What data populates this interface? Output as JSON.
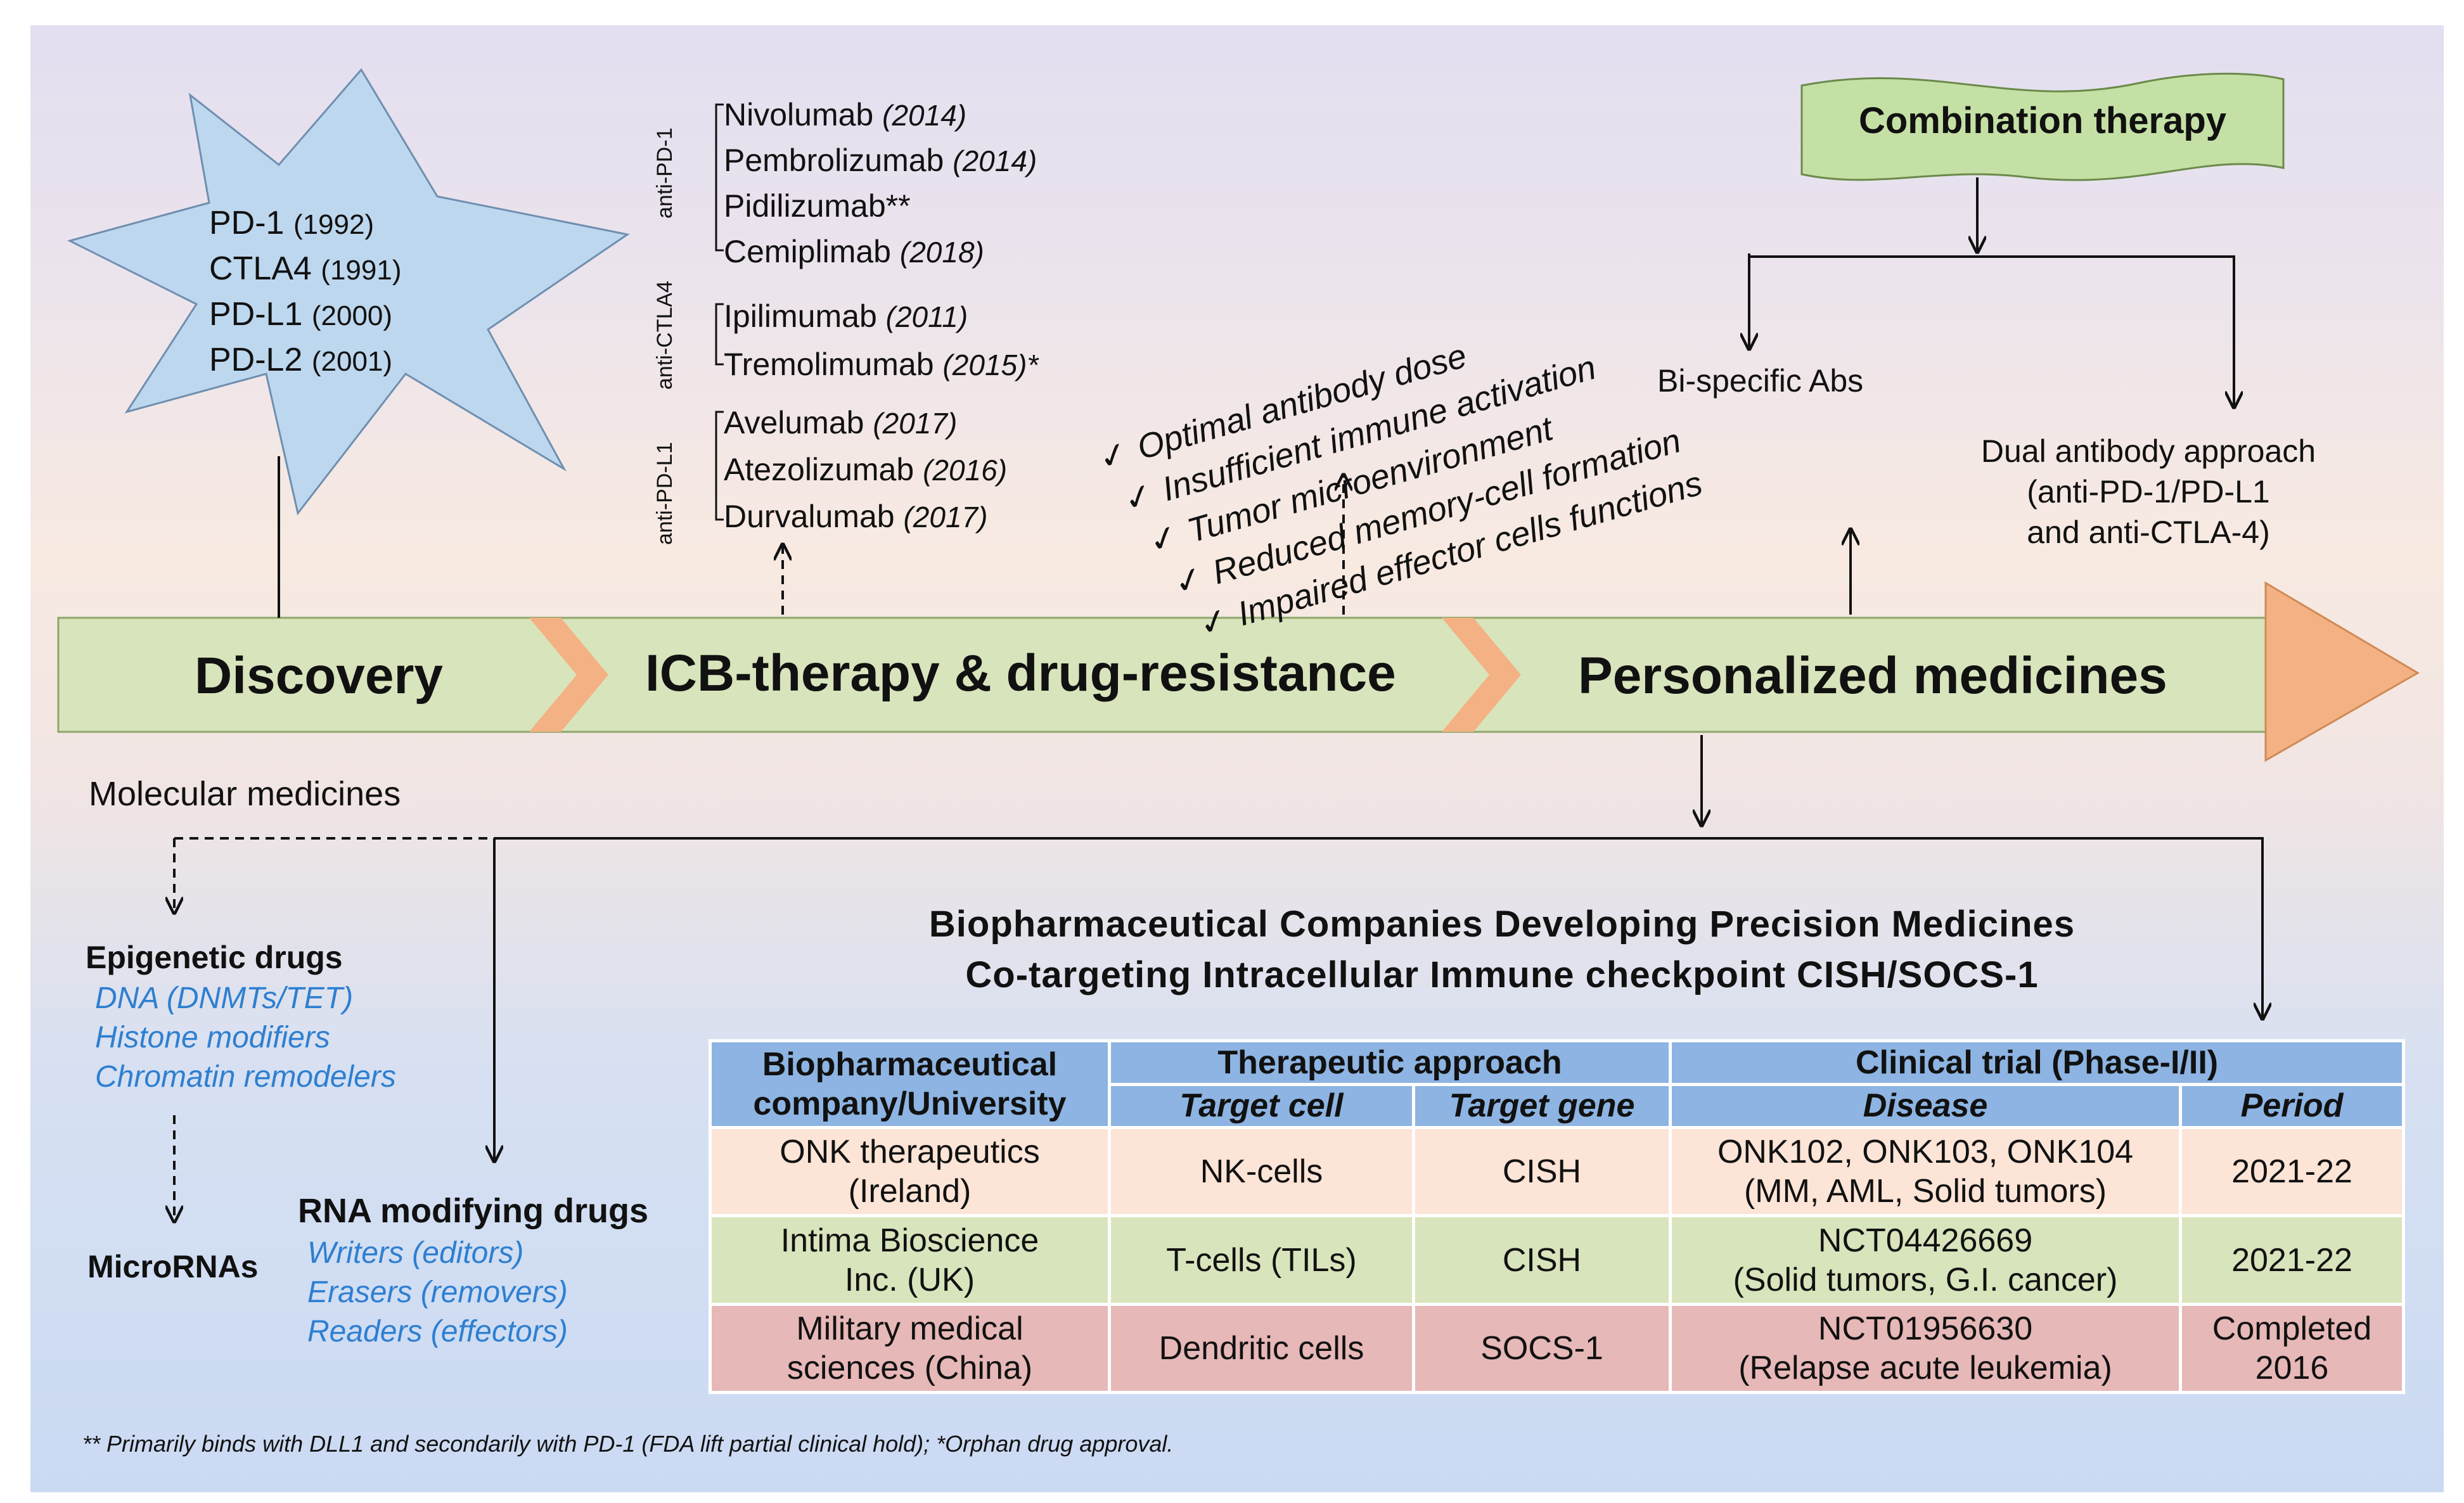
{
  "discovery": {
    "items": [
      {
        "name": "PD-1",
        "year": "(1992)"
      },
      {
        "name": "CTLA4",
        "year": "(1991)"
      },
      {
        "name": "PD-L1",
        "year": "(2000)"
      },
      {
        "name": "PD-L2",
        "year": "(2001)"
      }
    ]
  },
  "drugs": {
    "groups": [
      {
        "label": "anti-PD-1",
        "items": [
          {
            "name": "Nivolumab",
            "year": "(2014)"
          },
          {
            "name": "Pembrolizumab",
            "year": "(2014)"
          },
          {
            "name": "Pidilizumab**",
            "year": ""
          },
          {
            "name": "Cemiplimab",
            "year": "(2018)"
          }
        ]
      },
      {
        "label": "anti-CTLA4",
        "items": [
          {
            "name": "Ipilimumab",
            "year": "(2011)"
          },
          {
            "name": "Tremolimumab",
            "year": "(2015)*"
          }
        ]
      },
      {
        "label": "anti-PD-L1",
        "items": [
          {
            "name": "Avelumab",
            "year": "(2017)"
          },
          {
            "name": "Atezolizumab",
            "year": "(2016)"
          },
          {
            "name": "Durvalumab",
            "year": "(2017)"
          }
        ]
      }
    ]
  },
  "resistance": {
    "tick": "✓",
    "items": [
      "Optimal antibody dose",
      "Insufficient immune activation",
      "Tumor microenvironment",
      "Reduced memory-cell formation",
      "Impaired effector cells functions"
    ]
  },
  "combination": {
    "title": "Combination therapy",
    "bispecific": "Bi-specific Abs",
    "dual": [
      "Dual antibody approach",
      "(anti-PD-1/PD-L1",
      "and anti-CTLA-4)"
    ]
  },
  "timeline": {
    "stages": [
      "Discovery",
      "ICB-therapy & drug-resistance",
      "Personalized medicines"
    ]
  },
  "molecular": {
    "title": "Molecular medicines",
    "epigenetic": {
      "title": "Epigenetic drugs",
      "items": [
        "DNA (DNMTs/TET)",
        "Histone modifiers",
        "Chromatin remodelers"
      ]
    },
    "micrornas": "MicroRNAs",
    "rna": {
      "title": "RNA modifying drugs",
      "items": [
        "Writers (editors)",
        "Erasers (removers)",
        "Readers (effectors)"
      ]
    }
  },
  "companies": {
    "title_lines": [
      "Biopharmaceutical Companies Developing Precision Medicines",
      "Co-targeting Intracellular Immune checkpoint CISH/SOCS-1"
    ],
    "headers": {
      "company": [
        "Biopharmaceutical",
        "company/University"
      ],
      "approach": "Therapeutic approach",
      "trial": "Clinical trial (Phase-I/II)",
      "target_cell": "Target cell",
      "target_gene": "Target gene",
      "disease": "Disease",
      "period": "Period"
    },
    "rows": [
      {
        "company": [
          "ONK therapeutics",
          "(Ireland)"
        ],
        "cell": "NK-cells",
        "gene": "CISH",
        "disease": [
          "ONK102, ONK103, ONK104",
          "(MM, AML, Solid tumors)"
        ],
        "period": [
          "2021-22"
        ]
      },
      {
        "company": [
          "Intima Bioscience",
          "Inc. (UK)"
        ],
        "cell": "T-cells (TILs)",
        "gene": "CISH",
        "disease": [
          "NCT04426669",
          "(Solid tumors, G.I. cancer)"
        ],
        "period": [
          "2021-22"
        ]
      },
      {
        "company": [
          "Military medical",
          "sciences (China)"
        ],
        "cell": "Dendritic cells",
        "gene": "SOCS-1",
        "disease": [
          "NCT01956630",
          "(Relapse acute leukemia)"
        ],
        "period": [
          "Completed",
          "2016"
        ]
      }
    ]
  },
  "footnote": "** Primarily binds with DLL1 and secondarily with PD-1 (FDA lift partial clinical hold); *Orphan drug approval.",
  "colors": {
    "star_fill": "#bdd7ee",
    "arrow_fill": "#d8e4bc",
    "chevron": "#f4b183",
    "combo_fill": "#c5e0a5",
    "blue_text": "#2e7fd1"
  }
}
